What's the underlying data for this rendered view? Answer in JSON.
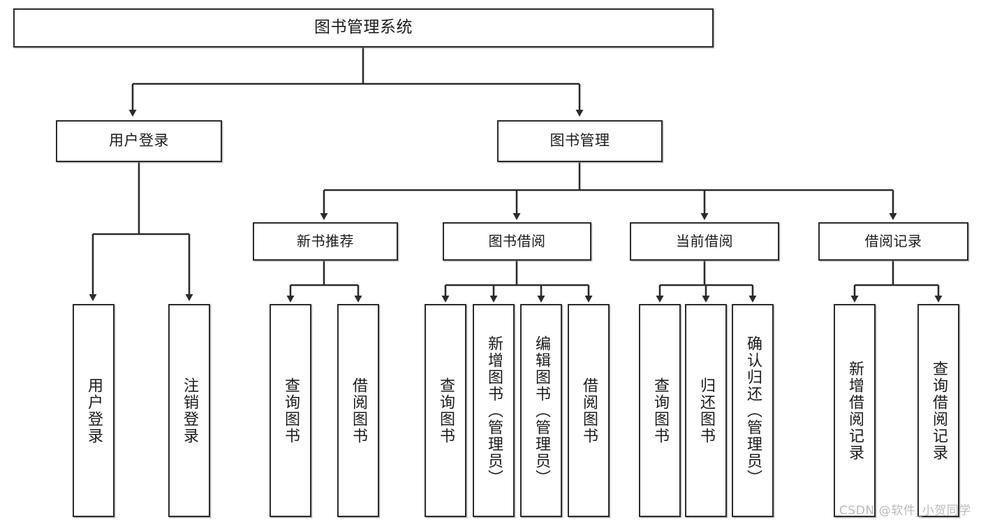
{
  "diagram": {
    "title": "图书管理系统",
    "type": "tree",
    "stroke_color": "#2b2b2b",
    "fill_color": "#ffffff",
    "text_color": "#1b1b1b"
  },
  "root": {
    "label": "图书管理系统"
  },
  "level1": [
    {
      "label": "用户登录"
    },
    {
      "label": "图书管理"
    }
  ],
  "level2": [
    {
      "label": "新书推荐"
    },
    {
      "label": "图书借阅"
    },
    {
      "label": "当前借阅"
    },
    {
      "label": "借阅记录"
    }
  ],
  "leaves": {
    "user_login": [
      {
        "label": "用户登录"
      },
      {
        "label": "注销登录"
      }
    ],
    "new_book_recommend": [
      {
        "label": "查询图书"
      },
      {
        "label": "借阅图书"
      }
    ],
    "book_borrow": [
      {
        "label": "查询图书"
      },
      {
        "label": "新增图书（管理员）"
      },
      {
        "label": "编辑图书（管理员）"
      },
      {
        "label": "借阅图书"
      }
    ],
    "current_borrow": [
      {
        "label": "查询图书"
      },
      {
        "label": "归还图书"
      },
      {
        "label": "确认归还（管理员）"
      }
    ],
    "borrow_record": [
      {
        "label": "新增借阅记录"
      },
      {
        "label": "查询借阅记录"
      }
    ]
  },
  "watermark": {
    "text": "CSDN @软件_小贺同学"
  }
}
